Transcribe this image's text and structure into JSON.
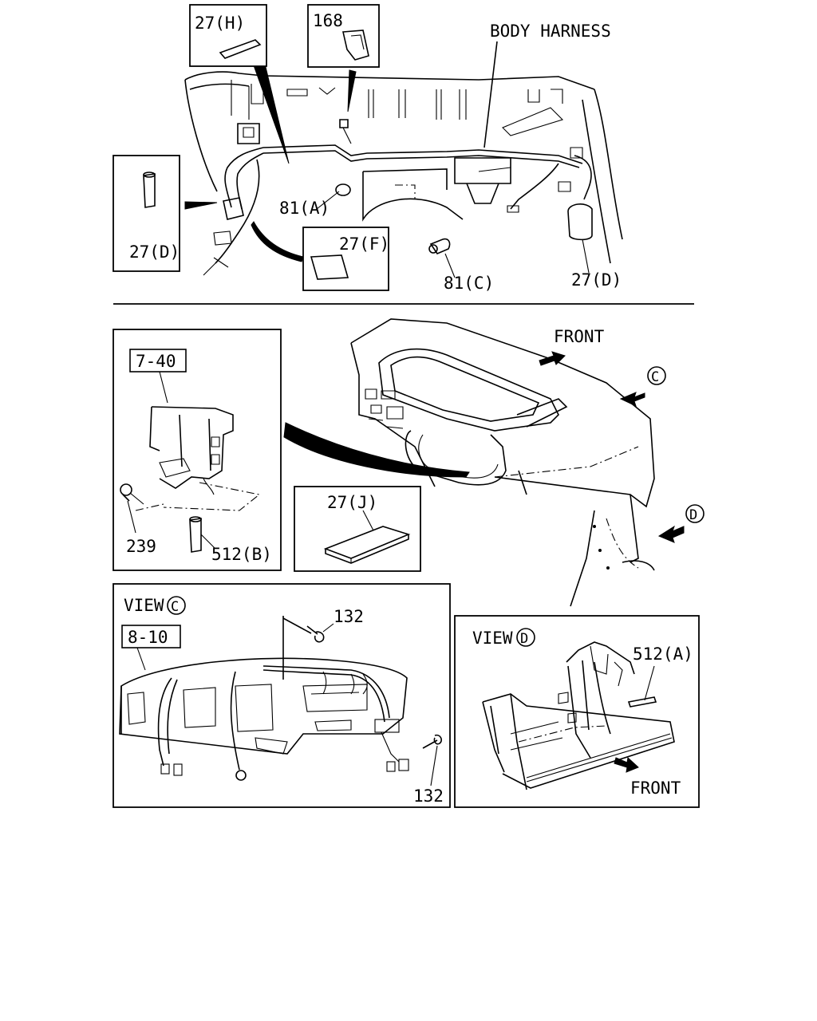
{
  "top_section": {
    "labels": {
      "body_harness": "BODY HARNESS",
      "p27h": "27(H)",
      "p168": "168",
      "p27d_left": "27(D)",
      "p81a": "81(A)",
      "p27f": "27(F)",
      "p81c": "81(C)",
      "p27d_right": "27(D)"
    }
  },
  "middle_section": {
    "labels": {
      "ref_7_40": "7-40",
      "p239": "239",
      "p512b": "512(B)",
      "p27j": "27(J)",
      "front": "FRONT",
      "view_c_marker": "C",
      "view_d_marker": "D"
    }
  },
  "view_c": {
    "title_text": "VIEW",
    "title_marker": "C",
    "ref_8_10": "8-10",
    "p132_top": "132",
    "p132_bottom": "132"
  },
  "view_d": {
    "title_text": "VIEW",
    "title_marker": "D",
    "p512a": "512(A)",
    "front": "FRONT"
  }
}
